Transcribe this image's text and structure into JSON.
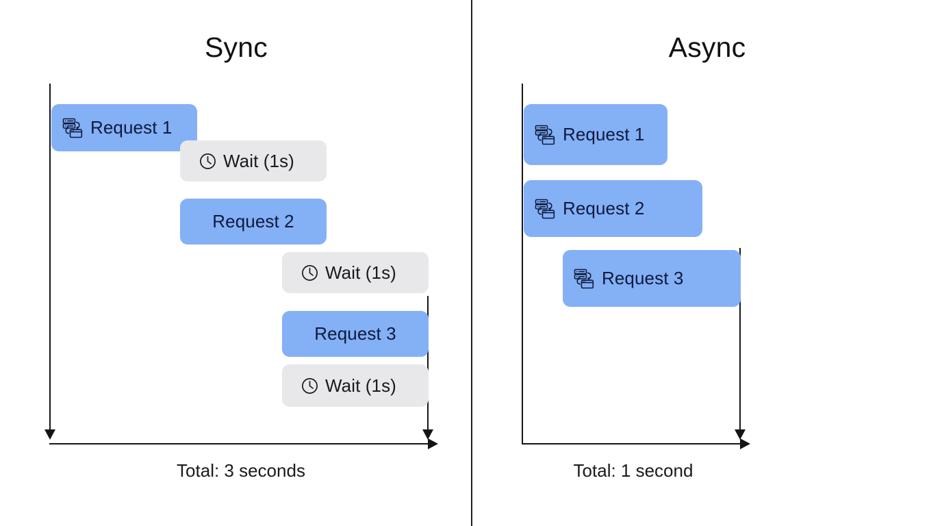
{
  "diagram": {
    "title_sync": "Sync",
    "title_async": "Async",
    "colors": {
      "request_fill": "#84B0F6",
      "request_text": "#0e1b3d",
      "wait_fill": "#E8E8EA",
      "wait_text": "#1a1a1a",
      "axis": "#151515",
      "background": "#ffffff",
      "divider": "#1f1f1f"
    }
  },
  "sync": {
    "title": "Sync",
    "total": "Total: 3 seconds",
    "bars": [
      {
        "label": "Request 1",
        "kind": "request",
        "icon": "api-request-icon"
      },
      {
        "label": "Wait (1s)",
        "kind": "wait",
        "icon": "clock-icon"
      },
      {
        "label": "Request 2",
        "kind": "request",
        "icon": ""
      },
      {
        "label": "Wait (1s)",
        "kind": "wait",
        "icon": "clock-icon"
      },
      {
        "label": "Request 3",
        "kind": "request",
        "icon": ""
      },
      {
        "label": "Wait (1s)",
        "kind": "wait",
        "icon": "clock-icon"
      }
    ]
  },
  "async": {
    "title": "Async",
    "total": "Total: 1 second",
    "bars": [
      {
        "label": "Request 1",
        "kind": "request",
        "icon": "api-request-icon"
      },
      {
        "label": "Request 2",
        "kind": "request",
        "icon": "api-request-icon"
      },
      {
        "label": "Request 3",
        "kind": "request",
        "icon": "api-request-icon"
      }
    ]
  }
}
